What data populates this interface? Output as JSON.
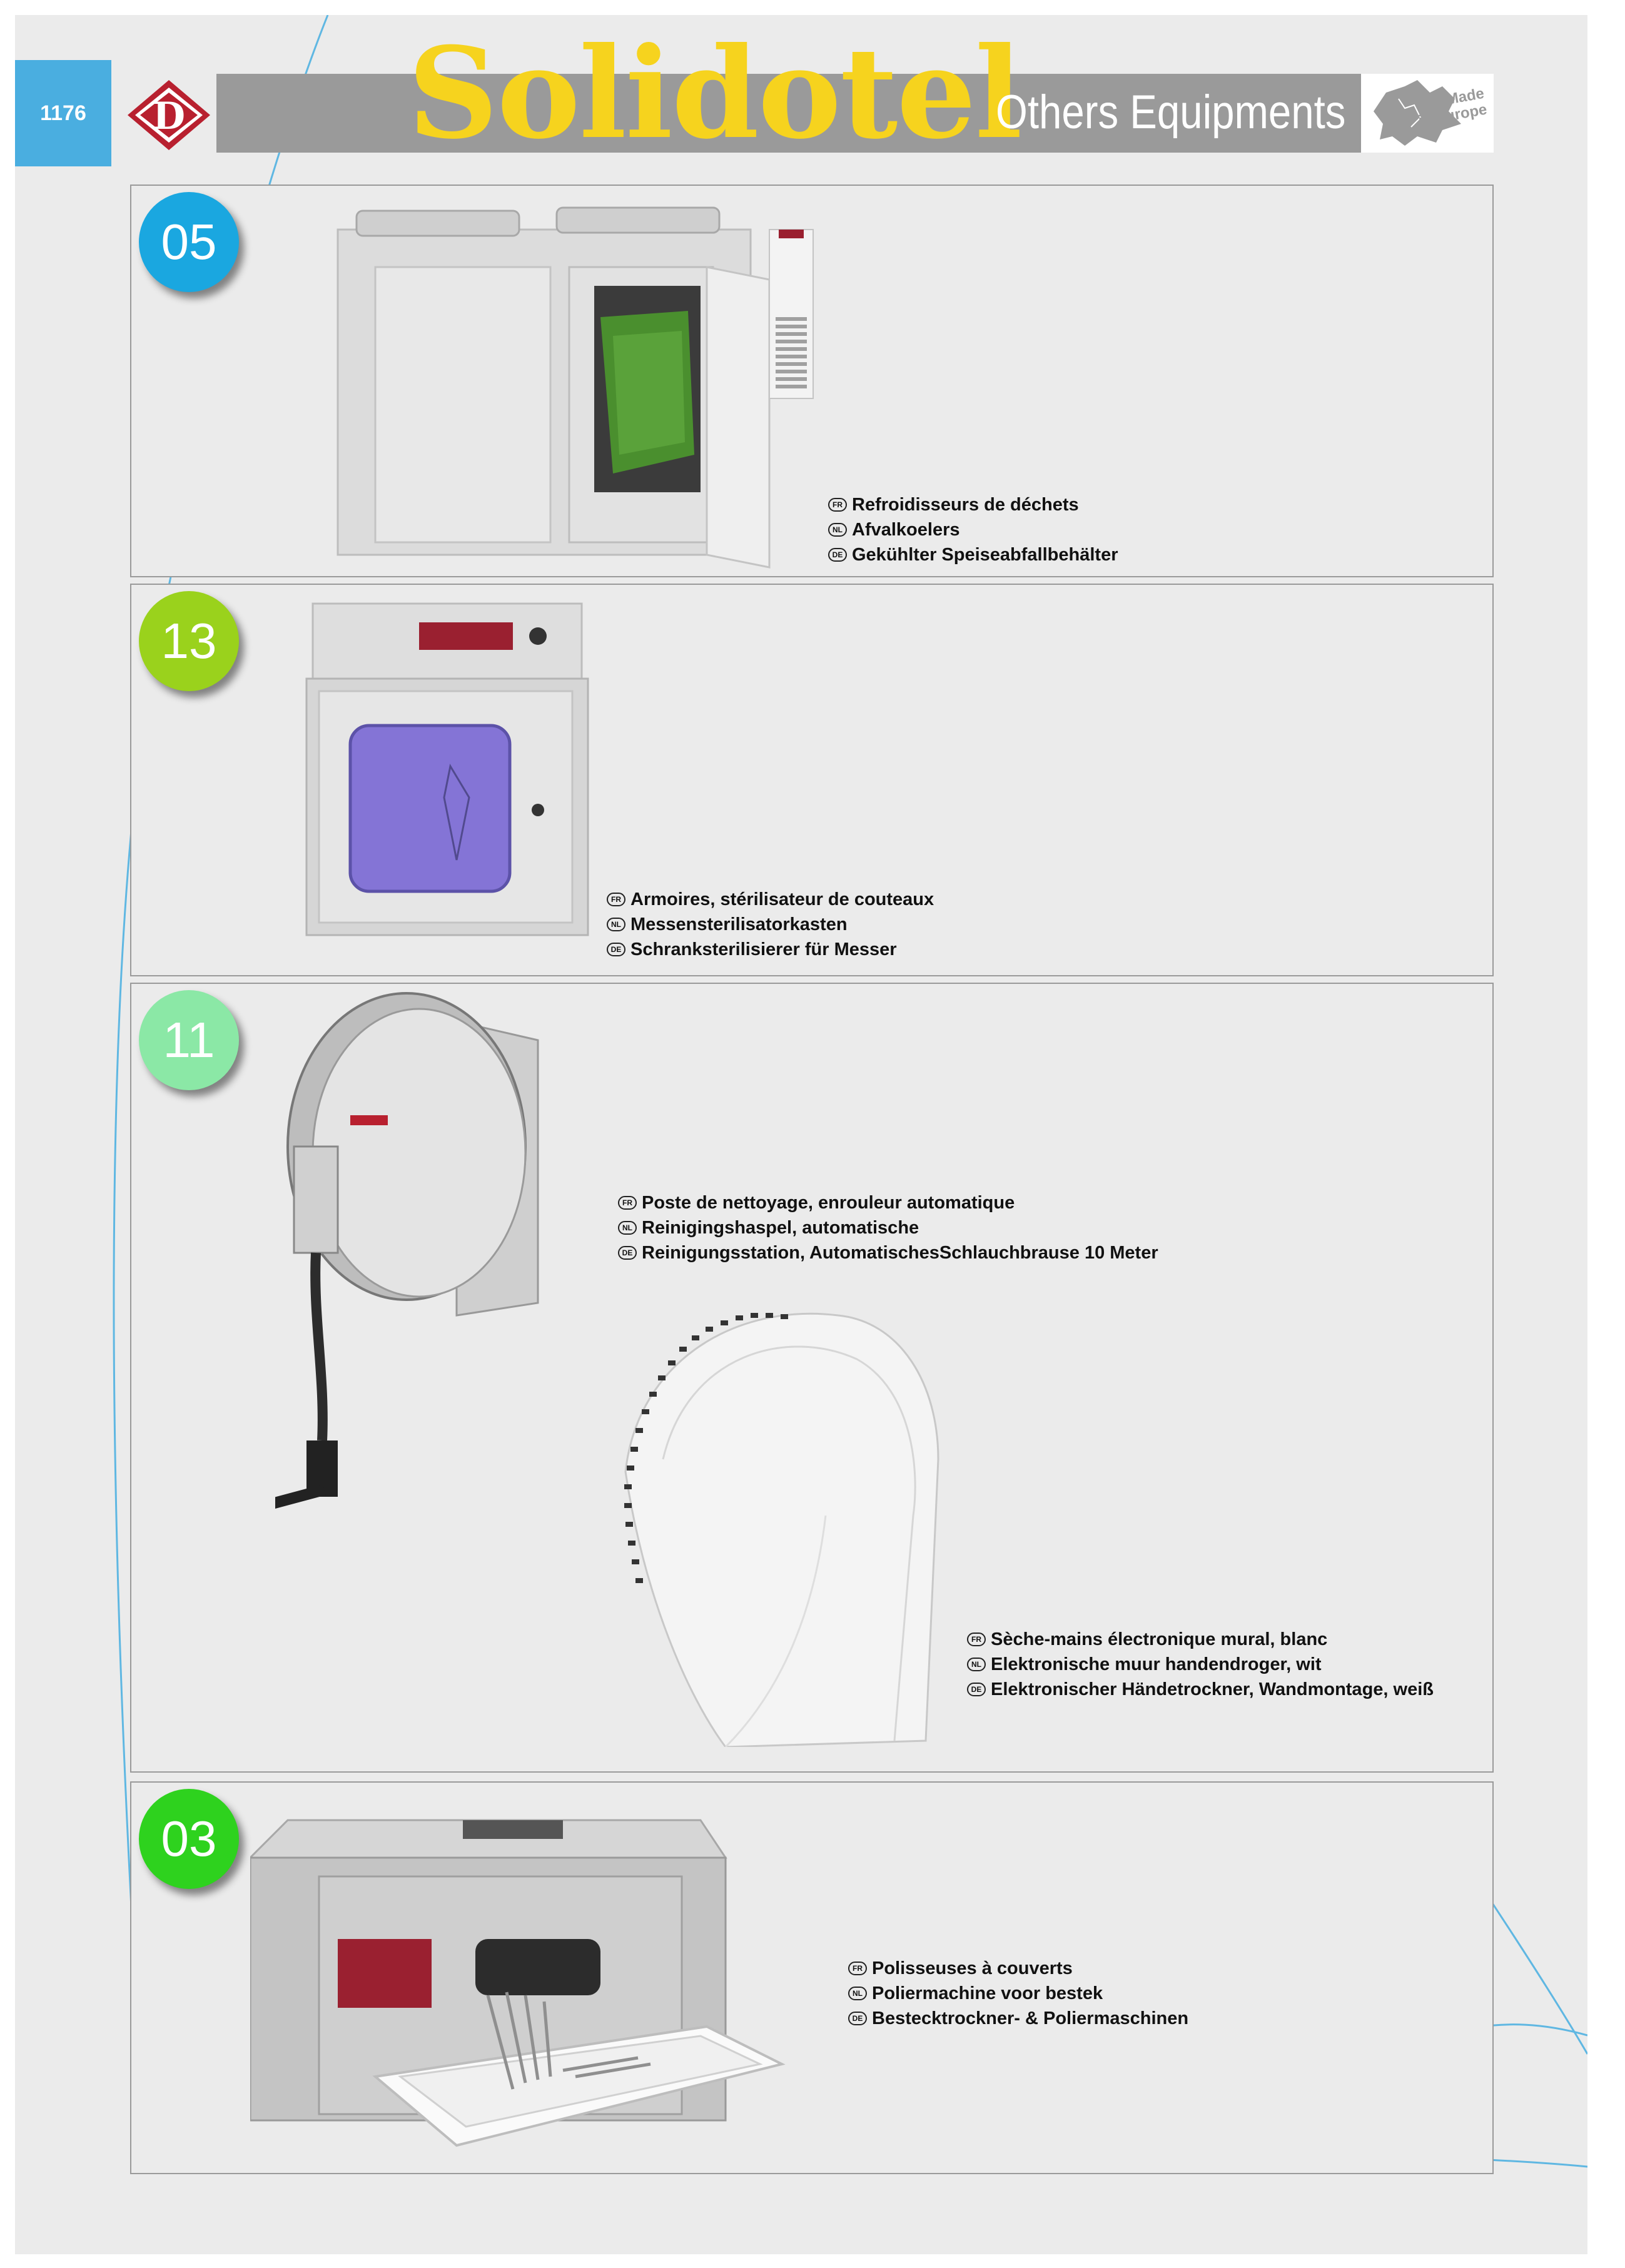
{
  "header": {
    "page_number": "1176",
    "logo_letter": "D",
    "brand": "Solidotel",
    "title": "Others Equipments",
    "made_in": "Made in Europe",
    "made_line1": "Made",
    "made_line2": "in Europe"
  },
  "colors": {
    "tab_blue": "#4aaee0",
    "brand_yellow": "#f6d31e",
    "header_gray": "#9a9a9a",
    "logo_red": "#b8202f",
    "badge_05": "#1aa7e0",
    "badge_13": "#9ad21c",
    "badge_11": "#8be8a6",
    "badge_03": "#2ed21e"
  },
  "sections": [
    {
      "number": "05",
      "items": [
        {
          "fr": "Refroidisseurs de déchets",
          "nl": "Afvalkoelers",
          "de": "Gekühlter Speiseabfallbehälter"
        }
      ]
    },
    {
      "number": "13",
      "items": [
        {
          "fr": "Armoires, stérilisateur de couteaux",
          "nl": "Messensterilisatorkasten",
          "de": "Schranksterilisierer für Messer"
        }
      ]
    },
    {
      "number": "11",
      "items": [
        {
          "fr": "Poste de nettoyage, enrouleur automatique",
          "nl": "Reinigingshaspel, automatische",
          "de": "Reinigungsstation, AutomatischesSchlauchbrause 10 Meter"
        },
        {
          "fr": "Sèche-mains électronique mural, blanc",
          "nl": "Elektronische muur handendroger, wit",
          "de": "Elektronischer Händetrockner, Wandmontage, weiß"
        }
      ]
    },
    {
      "number": "03",
      "items": [
        {
          "fr": "Polisseuses à couverts",
          "nl": "Poliermachine voor bestek",
          "de": "Bestecktrockner- & Poliermaschinen"
        }
      ]
    }
  ],
  "lang_codes": {
    "fr": "FR",
    "nl": "NL",
    "de": "DE"
  },
  "icons": [
    "diamond-logo-icon",
    "europe-map-icon"
  ]
}
